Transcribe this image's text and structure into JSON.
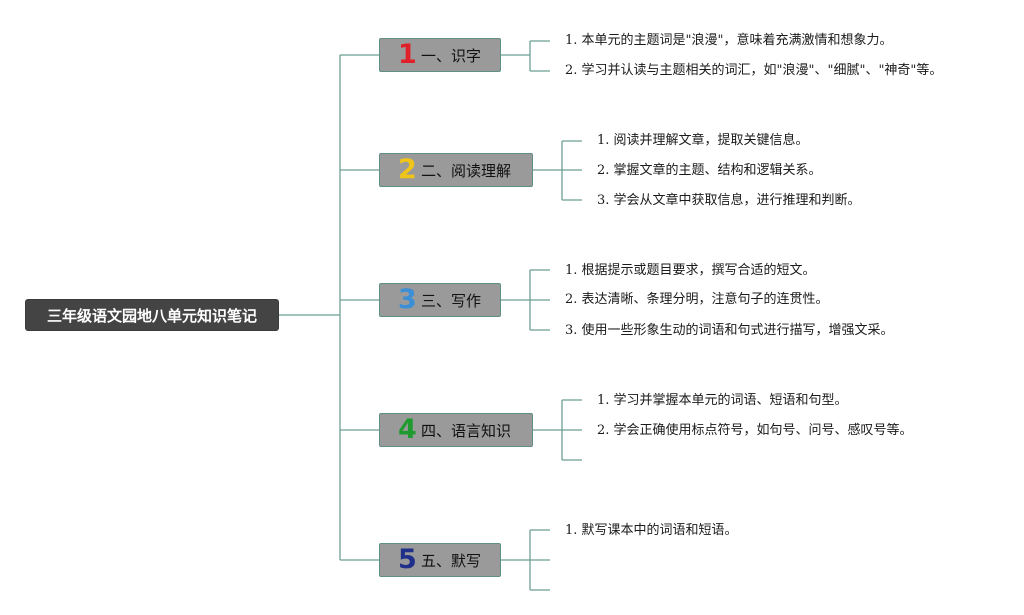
{
  "root": {
    "title": "三年级语文园地八单元知识笔记"
  },
  "colors": {
    "line": "#6e9e93",
    "root_bg": "#444444",
    "branch_bg": "#9a9a9a"
  },
  "branches": [
    {
      "number": "1",
      "number_color": "#e0202a",
      "label": "一、识字",
      "items": [
        "1. 本单元的主题词是\"浪漫\"，意味着充满激情和想象力。",
        "2. 学习并认读与主题相关的词汇，如\"浪漫\"、\"细腻\"、\"神奇\"等。"
      ]
    },
    {
      "number": "2",
      "number_color": "#f0c419",
      "label": "二、阅读理解",
      "items": [
        "1. 阅读并理解文章，提取关键信息。",
        "2. 掌握文章的主题、结构和逻辑关系。",
        "3. 学会从文章中获取信息，进行推理和判断。"
      ]
    },
    {
      "number": "3",
      "number_color": "#3a8fd6",
      "label": "三、写作",
      "items": [
        "1. 根据提示或题目要求，撰写合适的短文。",
        "2. 表达清晰、条理分明，注意句子的连贯性。",
        "3. 使用一些形象生动的词语和句式进行描写，增强文采。"
      ]
    },
    {
      "number": "4",
      "number_color": "#1f9a2e",
      "label": "四、语言知识",
      "items": [
        "1. 学习并掌握本单元的词语、短语和句型。",
        "2. 学会正确使用标点符号，如句号、问号、感叹号等。",
        ""
      ]
    },
    {
      "number": "5",
      "number_color": "#1f2f8a",
      "label": "五、默写",
      "items": [
        "1. 默写课本中的词语和短语。",
        "",
        ""
      ]
    }
  ]
}
